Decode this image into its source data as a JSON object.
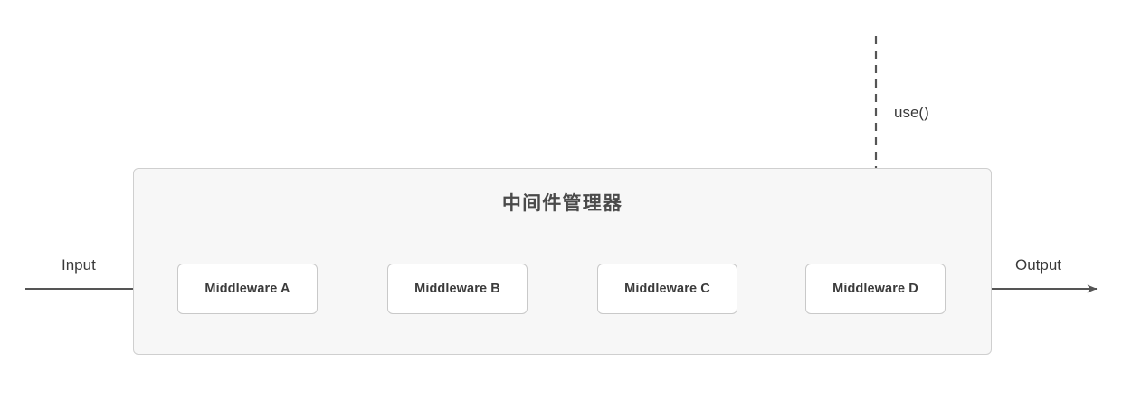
{
  "diagram": {
    "title": "中间件管理器",
    "container": {
      "label": "中间件管理器",
      "fill_color": "#f7f7f7",
      "border_color": "#cfcfcf"
    },
    "nodes": [
      {
        "id": "mw-a",
        "label": "Middleware A"
      },
      {
        "id": "mw-b",
        "label": "Middleware B"
      },
      {
        "id": "mw-c",
        "label": "Middleware C"
      },
      {
        "id": "mw-d",
        "label": "Middleware D"
      }
    ],
    "edge_labels": {
      "input": "Input",
      "output": "Output",
      "use": "use()"
    },
    "colors": {
      "arrow": "#555555",
      "node_border": "#c9c9c9",
      "node_fill": "#ffffff",
      "text": "#3b3b3b",
      "background": "#ffffff"
    }
  }
}
